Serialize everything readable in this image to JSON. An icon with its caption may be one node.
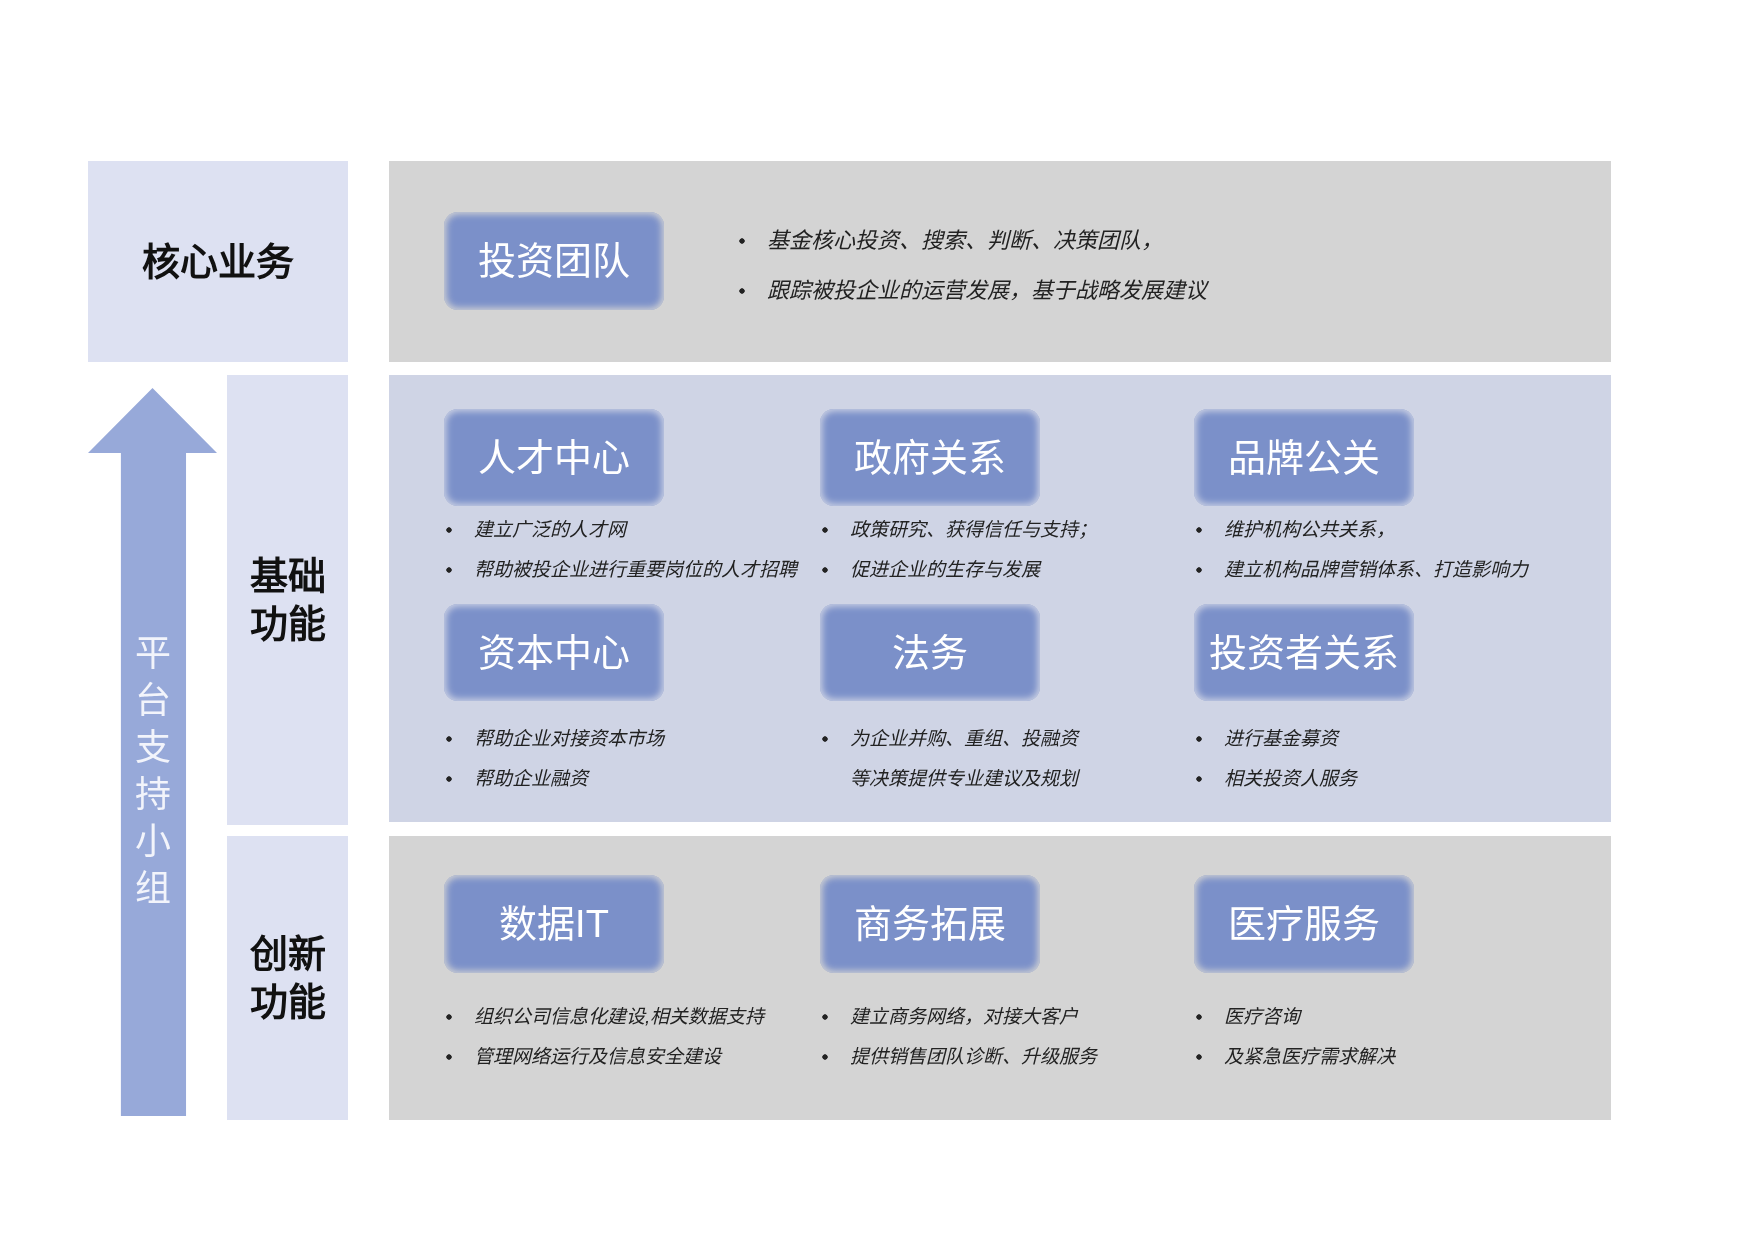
{
  "diagram": {
    "nodes": [
      {
        "text": [
          "核心业务"
        ]
      },
      {
        "text": [],
        "shape": "box"
      },
      {
        "text": [
          "投资团队"
        ],
        "in": 1,
        "beside": [
          "基金核心投资、搜索、判断、决策团队，",
          "跟踪被投企业的运营发展，基于战略发展建议"
        ]
      },
      {
        "text": [
          "平台支持小组"
        ]
      },
      {
        "text": [
          "基础功能"
        ]
      },
      {
        "text": [],
        "shape": "box"
      },
      {
        "text": [
          "人才中心"
        ],
        "in": 5,
        "beside": [
          "建立广泛的人才网",
          "帮助被投企业进行重要岗位的人才招聘"
        ]
      },
      {
        "text": [
          "政府关系"
        ],
        "in": 5,
        "beside": [
          "政策研究、获得信任与支持；",
          "促进企业的生存与发展"
        ]
      },
      {
        "text": [
          "品牌公关"
        ],
        "in": 5,
        "beside": [
          "维护机构公共关系，",
          "建立机构品牌营销体系、打造影响力"
        ]
      },
      {
        "text": [
          "资本中心"
        ],
        "in": 5,
        "beside": [
          "帮助企业对接资本市场",
          "帮助企业融资"
        ]
      },
      {
        "text": [
          "法务"
        ],
        "in": 5,
        "beside": [
          "为企业并购、重组、投融资等决策提供专业建议及规划"
        ]
      },
      {
        "text": [
          "投资者关系"
        ],
        "in": 5,
        "beside": [
          "进行基金募资",
          "相关投资人服务"
        ]
      },
      {
        "text": [
          "创新功能"
        ]
      },
      {
        "text": [],
        "shape": "box"
      },
      {
        "text": [
          "数据IT"
        ],
        "in": 13,
        "beside": [
          "组织公司信息化建设,相关数据支持",
          "管理网络运行及信息安全建设"
        ]
      },
      {
        "text": [
          "商务拓展"
        ],
        "in": 13,
        "beside": [
          "建立商务网络，对接大客户",
          "提供销售团队诊断、升级服务"
        ]
      },
      {
        "text": [
          "医疗服务"
        ],
        "in": 13,
        "beside": [
          "医疗咨询",
          "及紧急医疗需求解决"
        ]
      }
    ]
  }
}
